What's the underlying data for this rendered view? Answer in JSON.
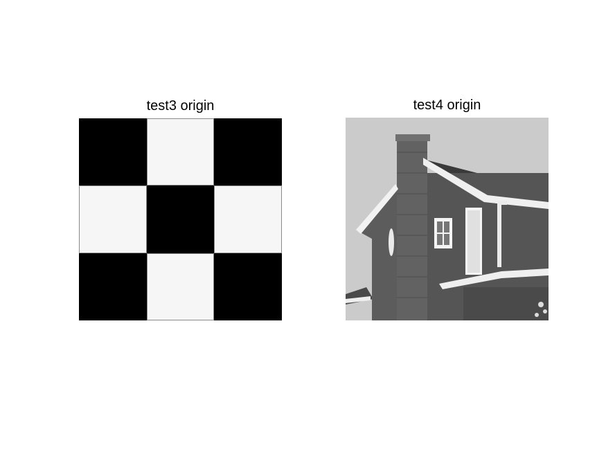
{
  "panels": [
    {
      "title": "test3 origin",
      "image": "checkerboard-3x3",
      "grid": [
        [
          0,
          1,
          0
        ],
        [
          1,
          0,
          1
        ],
        [
          0,
          1,
          0
        ]
      ],
      "colors": {
        "dark": "#000000",
        "light": "#f6f6f6",
        "edge": "#8a8a8a"
      }
    },
    {
      "title": "test4 origin",
      "image": "house-photo-grayscale"
    }
  ]
}
